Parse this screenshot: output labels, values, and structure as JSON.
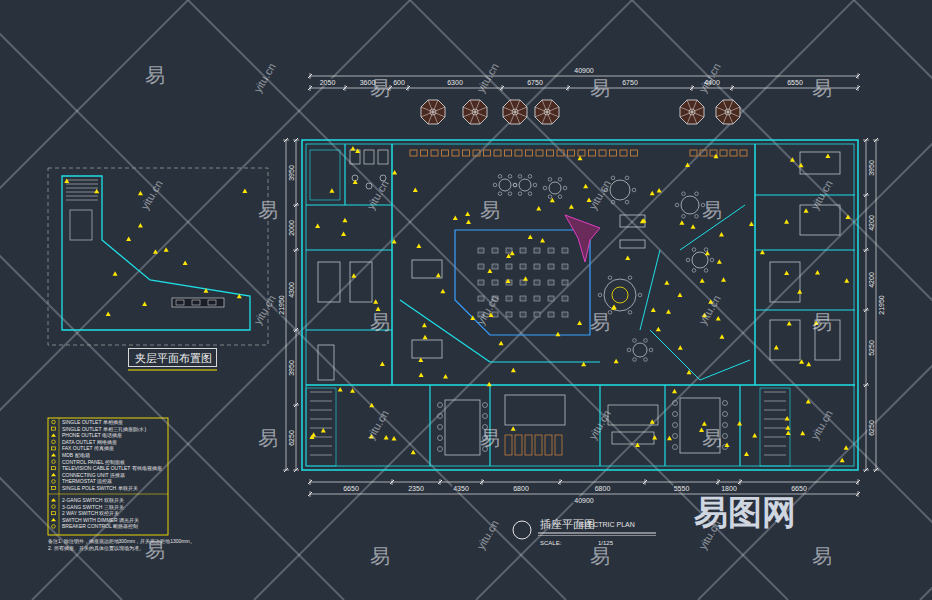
{
  "diagram": {
    "title": "插座平面图",
    "nodes": [
      {
        "text": [
          "夹层平面布置图"
        ]
      }
    ],
    "labels": [
      "40900",
      "2050",
      "3600",
      "600",
      "6300",
      "6750",
      "6750",
      "4400",
      "6550",
      "6650",
      "2350",
      "4350",
      "6800",
      "6800",
      "5550",
      "1800",
      "6650",
      "40900",
      "3950",
      "2000",
      "4300",
      "3950",
      "6250",
      "21950",
      "3950",
      "4200",
      "4200",
      "5250",
      "6250",
      "21950",
      "ELECTRIC PLAN",
      "SCALE:",
      "1/125",
      "备注1. 除注明外，插座底边距地300mm，开关底边距地1300mm。",
      "2. 所有插座、开关的具体位置以现场为准。",
      "易",
      "易",
      "易",
      "易",
      "易",
      "易",
      "易",
      "易",
      "易",
      "易",
      "易",
      "易",
      "易",
      "易",
      "易",
      "易",
      "易",
      "yitu.cn",
      "yitu.cn",
      "yitu.cn",
      "yitu.cn",
      "yitu.cn",
      "yitu.cn",
      "yitu.cn",
      "yitu.cn",
      "yitu.cn",
      "yitu.cn",
      "yitu.cn",
      "yitu.cn",
      "yitu.cn",
      "yitu.cn",
      "yitu.cn",
      "易图网"
    ],
    "legend": [
      {
        "text": "SINGLE OUTLET 单相插座"
      },
      {
        "text": "SINGLE OUTLET 单相三孔插座(防水)"
      },
      {
        "text": "PHONE OUTLET 电话插座"
      },
      {
        "text": "DATA OUTLET 网络插座"
      },
      {
        "text": "FAX OUTLET 传真插座"
      },
      {
        "text": "MDB 配电箱"
      },
      {
        "text": "CONTROL PANEL 控制面板"
      },
      {
        "text": "TELEVISION CABLE OUTLET 有线电视插座"
      },
      {
        "text": "CONNECTING UNIT 连接器"
      },
      {
        "text": "THERMOSTAT 温控器"
      },
      {
        "text": "SINGLE POLE SWITCH 单联开关"
      },
      {
        "text": "2-GANG SWITCH 双联开关"
      },
      {
        "text": "3-GANG SWITCH 三联开关"
      },
      {
        "text": "2 WAY SWITCH 双控开关"
      },
      {
        "text": "SWITCH WITH DIMMER 调光开关"
      },
      {
        "text": "BREAKER CONTROL 断路器控制"
      }
    ]
  }
}
